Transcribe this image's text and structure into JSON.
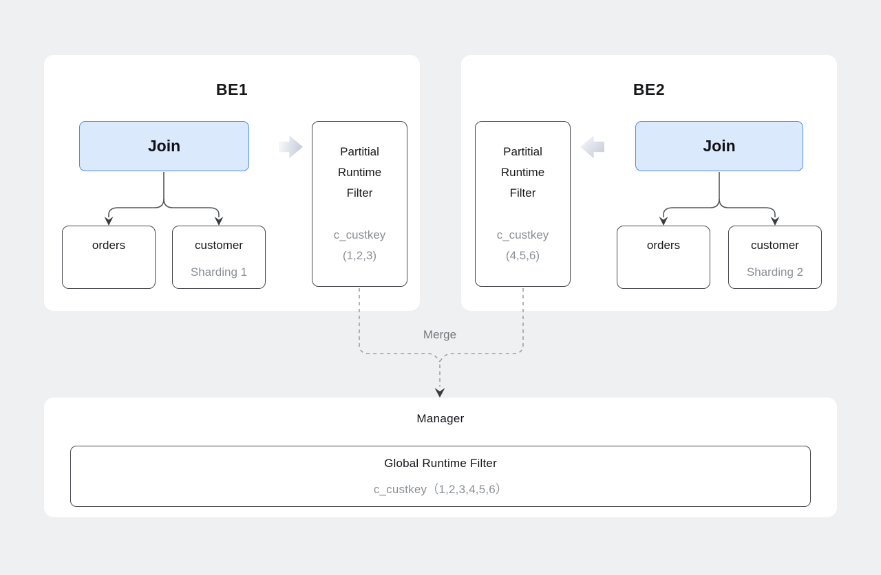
{
  "colors": {
    "page_bg": "#eef0f2",
    "panel_bg": "#ffffff",
    "join_fill": "#dbe9fc",
    "join_border": "#4a8cf5",
    "node_border": "#45474c",
    "text_primary": "#17181a",
    "text_secondary": "#8b9095",
    "connector_solid": "#54575b",
    "connector_dashed": "#9aa0a6",
    "block_arrow_light": "#f3f5f8",
    "block_arrow_dark": "#c3cad7"
  },
  "be1": {
    "title": "BE1",
    "join_label": "Join",
    "orders_label": "orders",
    "customer_label": "customer",
    "sharding_label": "Sharding 1",
    "filter": {
      "line1": "Partitial",
      "line2": "Runtime",
      "line3": "Filter",
      "key": "c_custkey",
      "values": "(1,2,3)"
    }
  },
  "be2": {
    "title": "BE2",
    "join_label": "Join",
    "orders_label": "orders",
    "customer_label": "customer",
    "sharding_label": "Sharding 2",
    "filter": {
      "line1": "Partitial",
      "line2": "Runtime",
      "line3": "Filter",
      "key": "c_custkey",
      "values": "(4,5,6)"
    }
  },
  "merge": {
    "label": "Merge"
  },
  "manager": {
    "title": "Manager",
    "filter_title": "Global Runtime Filter",
    "filter_key": "c_custkey（1,2,3,4,5,6）"
  }
}
